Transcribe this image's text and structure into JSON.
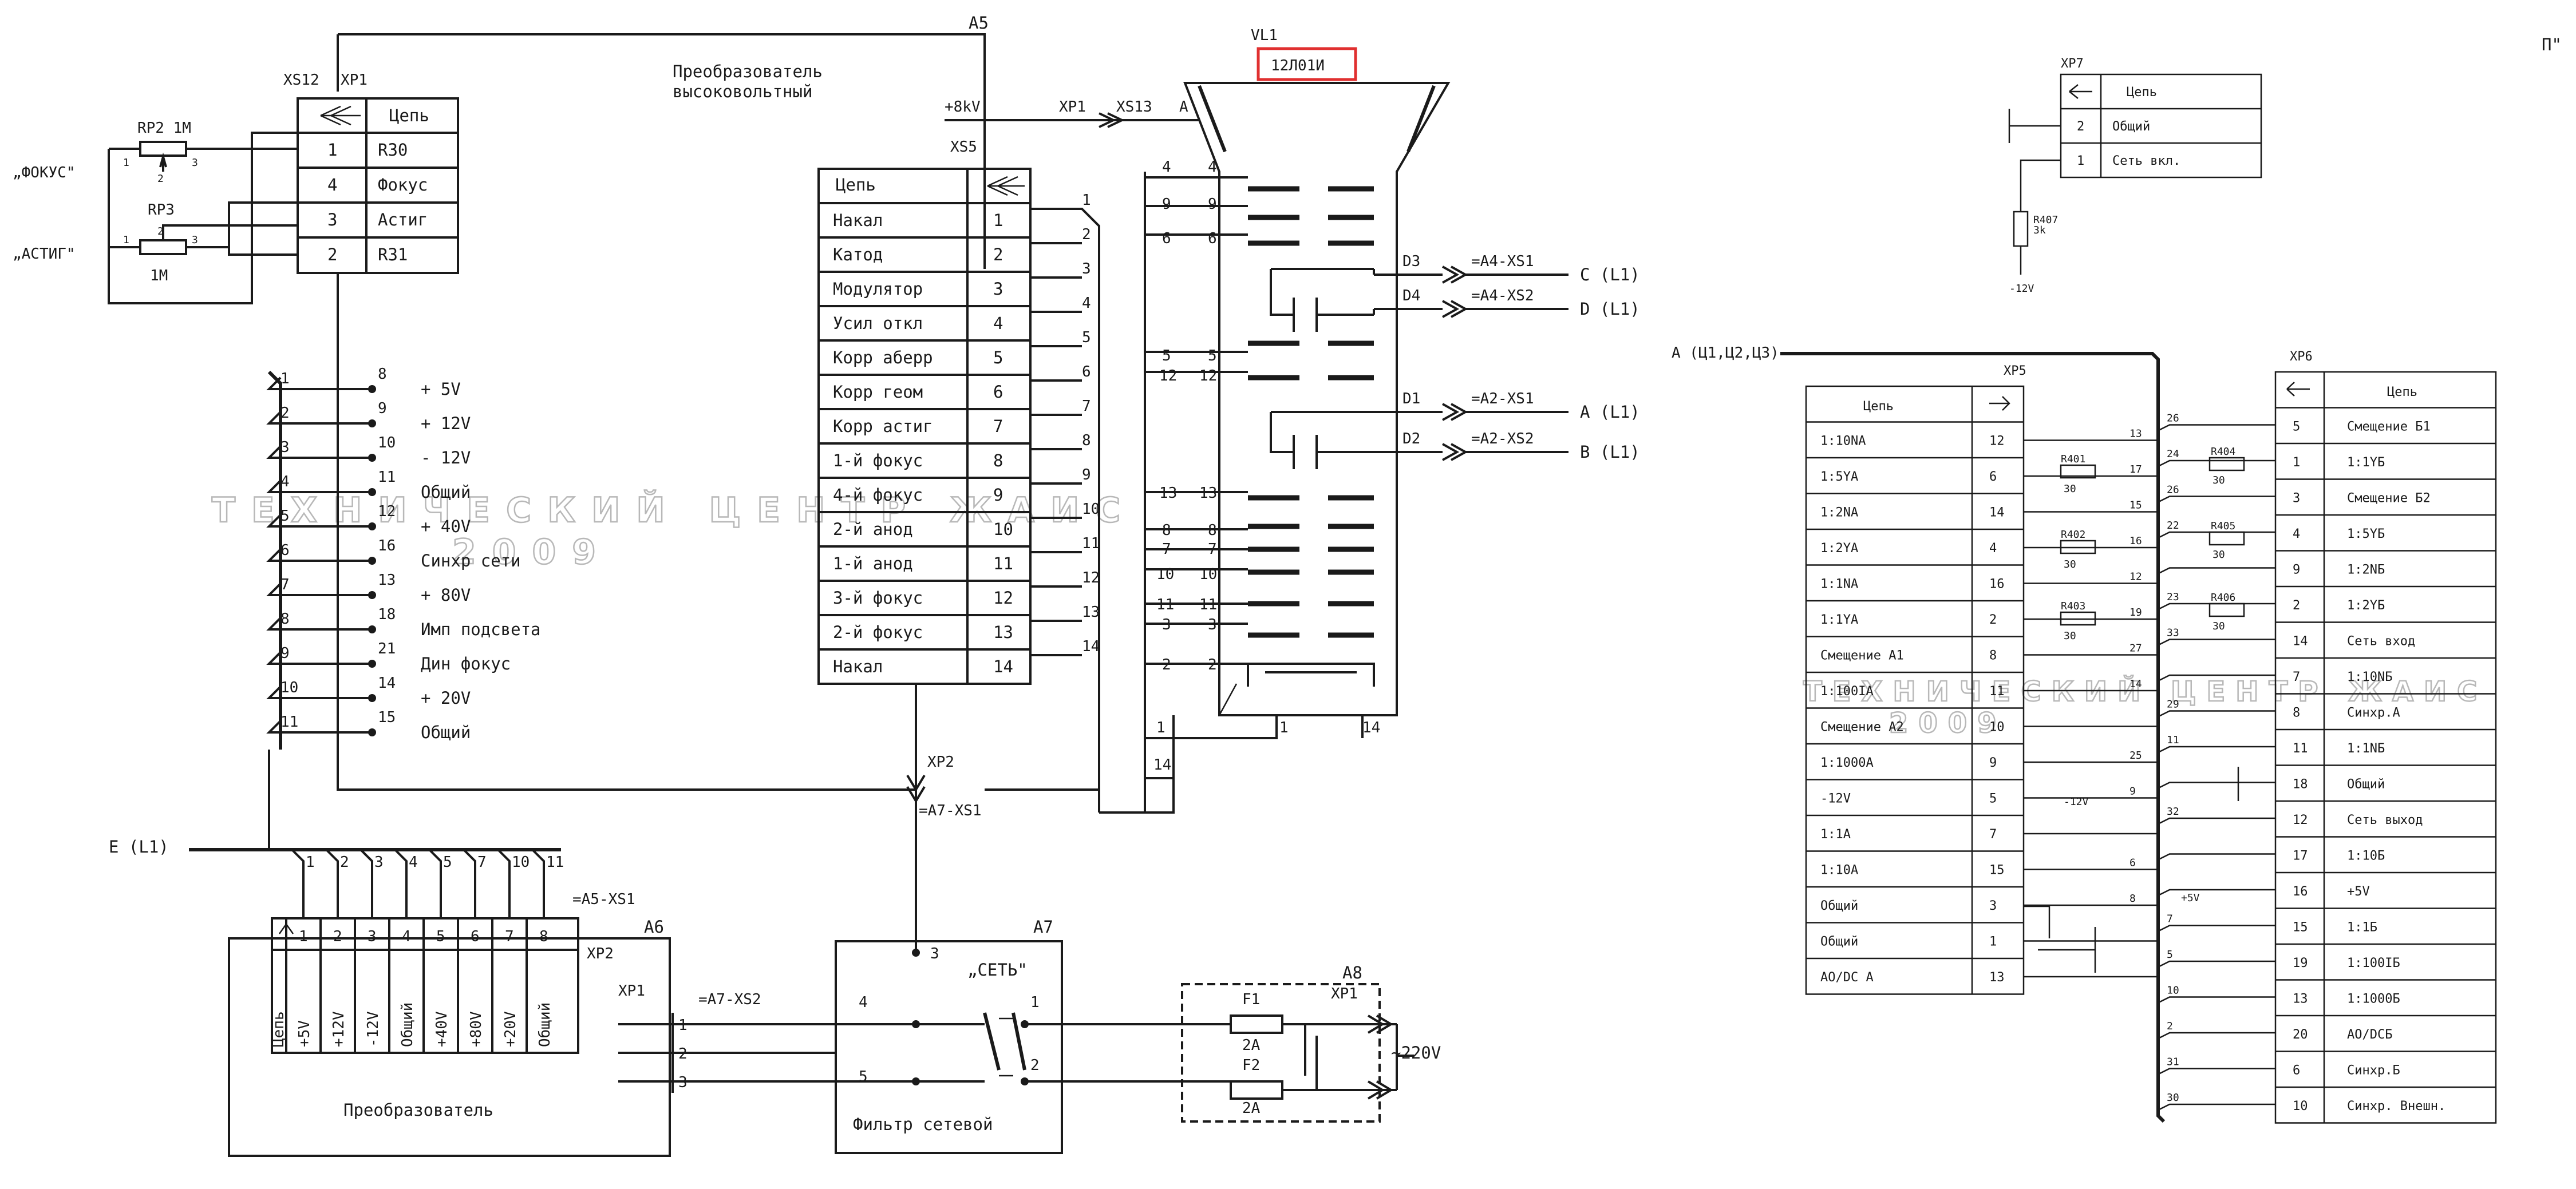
{
  "title": {
    "line1": "Преобразователь",
    "line2": "высоковольтный"
  },
  "watermark": {
    "line1": "ТЕХНИЧЕСКИЙ ЦЕНТР ЖАИС",
    "line2": "2009",
    "line1_right": "ТЕХНИЧЕСКИЙ ЦЕНТР ЖАИС"
  },
  "corner": "П\"",
  "labels": {
    "a5": "A5",
    "xs12": "XS12",
    "xp1": "XP1",
    "vl1": "VL1",
    "tube": "12Л01И",
    "plus8kv": "+8kV",
    "xp1_hv": "XP1",
    "xs13": "XS13",
    "a_anode": "A",
    "xs5": "XS5",
    "focus": "„ФОКУС\"",
    "astig": "„АСТИГ\"",
    "rp2": "RP2 1M",
    "rp3": "RP3",
    "rp3_val": "1M",
    "d3": "D3",
    "d4": "D4",
    "d1": "D1",
    "d2": "D2",
    "d3_ref": "=A4-XS1",
    "d4_ref": "=A4-XS2",
    "d1_ref": "=A2-XS1",
    "d2_ref": "=A2-XS2",
    "c_l1": "C (L1)",
    "d_l1": "D (L1)",
    "a_l1": "A (L1)",
    "b_l1": "B (L1)",
    "e_l1": "E (L1)",
    "xp2": "XP2",
    "a7_xs1": "=A7-XS1",
    "a5_xs1": "=A5-XS1",
    "a6": "A6",
    "xp2_a6": "XP2",
    "xp1_a6": "XP1",
    "a7_xs2": "=A7-XS2",
    "a6_name": "Преобразователь",
    "a7": "A7",
    "net": "„СЕТЬ\"",
    "a7_name": "Фильтр сетевой",
    "a8": "A8",
    "xp1_a8": "XP1",
    "f1": "F1",
    "f2": "F2",
    "f1_val": "2A",
    "f2_val": "2A",
    "ac220": "~220V",
    "xp7": "XP7",
    "r407": "R407",
    "r407_val": "3k",
    "minus12": "-12V",
    "xp5": "XP5",
    "xp6": "XP6",
    "a_bus": "A (Ц1,Ц2,Ц3)",
    "r401": "R401",
    "r402": "R402",
    "r403": "R403",
    "r404": "R404",
    "r405": "R405",
    "r406": "R406",
    "r_val": "30",
    "plus5v": "+5V",
    "minus12_2": "-12V"
  },
  "xs12_table": {
    "header": "Цепь",
    "rows": [
      {
        "pin": "1",
        "name": "R30"
      },
      {
        "pin": "4",
        "name": "Фокус"
      },
      {
        "pin": "3",
        "name": "Астиг"
      },
      {
        "pin": "2",
        "name": "R31"
      }
    ]
  },
  "xs5_table": {
    "header": "Цепь",
    "rows": [
      {
        "name": "Накал",
        "pin": "1"
      },
      {
        "name": "Катод",
        "pin": "2"
      },
      {
        "name": "Модулятор",
        "pin": "3"
      },
      {
        "name": "Усил откл",
        "pin": "4"
      },
      {
        "name": "Корр аберр",
        "pin": "5"
      },
      {
        "name": "Корр геом",
        "pin": "6"
      },
      {
        "name": "Корр астиг",
        "pin": "7"
      },
      {
        "name": "1-й фокус",
        "pin": "8"
      },
      {
        "name": "4-й фокус",
        "pin": "9"
      },
      {
        "name": "2-й анод",
        "pin": "10"
      },
      {
        "name": "1-й анод",
        "pin": "11"
      },
      {
        "name": "3-й фокус",
        "pin": "12"
      },
      {
        "name": "2-й фокус",
        "pin": "13"
      },
      {
        "name": "Накал",
        "pin": "14"
      }
    ]
  },
  "xs5_wire_nums": [
    "1",
    "2",
    "3",
    "4",
    "5",
    "6",
    "7",
    "8",
    "9",
    "10",
    "11",
    "12",
    "13",
    "14"
  ],
  "tube_pins": [
    {
      "l": "4",
      "r": "4"
    },
    {
      "l": "9",
      "r": "9"
    },
    {
      "l": "6",
      "r": "6"
    },
    {
      "l": "5",
      "r": "5"
    },
    {
      "l": "12",
      "r": "12"
    },
    {
      "l": "13",
      "r": "13"
    },
    {
      "l": "8",
      "r": "8"
    },
    {
      "l": "7",
      "r": "7"
    },
    {
      "l": "10",
      "r": "10"
    },
    {
      "l": "11",
      "r": "11"
    },
    {
      "l": "3",
      "r": "3"
    },
    {
      "l": "2",
      "r": "2"
    }
  ],
  "tube_bottom": {
    "p1": "1",
    "p1b": "1",
    "p14": "14",
    "p14b": "14"
  },
  "power_bus": [
    {
      "w": "1",
      "pin": "8",
      "label": "+ 5V"
    },
    {
      "w": "2",
      "pin": "9",
      "label": "+ 12V"
    },
    {
      "w": "3",
      "pin": "10",
      "label": "- 12V"
    },
    {
      "w": "4",
      "pin": "11",
      "label": "Общий"
    },
    {
      "w": "5",
      "pin": "12",
      "label": "+ 40V"
    },
    {
      "w": "6",
      "pin": "16",
      "label": "Синхр сети"
    },
    {
      "w": "7",
      "pin": "13",
      "label": "+ 80V"
    },
    {
      "w": "8",
      "pin": "18",
      "label": "Имп подсвета"
    },
    {
      "w": "9",
      "pin": "21",
      "label": "Дин фокус"
    },
    {
      "w": "10",
      "pin": "14",
      "label": "+ 20V"
    },
    {
      "w": "11",
      "pin": "15",
      "label": "Общий"
    }
  ],
  "a6_wire_nums": [
    "1",
    "2",
    "3",
    "4",
    "5",
    "7",
    "10",
    "11"
  ],
  "a6_table": {
    "header": "Цепь",
    "pins": [
      "1",
      "2",
      "3",
      "4",
      "5",
      "6",
      "7",
      "8"
    ],
    "names": [
      "+5V",
      "+12V",
      "-12V",
      "Общий",
      "+40V",
      "+80V",
      "+20V",
      "Общий"
    ]
  },
  "a6_xp1_pins": [
    "1",
    "2",
    "3"
  ],
  "a7_pins": {
    "p3": "3",
    "p4": "4",
    "p5": "5",
    "p1": "1",
    "p2": "2"
  },
  "xp7_table": {
    "header": "Цепь",
    "rows": [
      {
        "pin": "2",
        "name": "Общий"
      },
      {
        "pin": "1",
        "name": "Сеть вкл."
      }
    ]
  },
  "xp5_table": {
    "header": "Цепь",
    "rows": [
      {
        "name": "1:10NA",
        "pin": "12"
      },
      {
        "name": "1:5YA",
        "pin": "6"
      },
      {
        "name": "1:2NA",
        "pin": "14"
      },
      {
        "name": "1:2YA",
        "pin": "4"
      },
      {
        "name": "1:1NA",
        "pin": "16"
      },
      {
        "name": "1:1YA",
        "pin": "2"
      },
      {
        "name": "Смещение A1",
        "pin": "8"
      },
      {
        "name": "1:100IA",
        "pin": "11"
      },
      {
        "name": "Смещение A2",
        "pin": "10"
      },
      {
        "name": "1:1000A",
        "pin": "9"
      },
      {
        "name": "-12V",
        "pin": "5"
      },
      {
        "name": "1:1A",
        "pin": "7"
      },
      {
        "name": "1:10A",
        "pin": "15"
      },
      {
        "name": "Общий",
        "pin": "3"
      },
      {
        "name": "Общий",
        "pin": "1"
      },
      {
        "name": "AO/DC  A",
        "pin": "13"
      }
    ]
  },
  "xp6_table": {
    "header": "Цепь",
    "rows": [
      {
        "pin": "5",
        "name": "Смещение Б1"
      },
      {
        "pin": "1",
        "name": "1:1YБ"
      },
      {
        "pin": "3",
        "name": "Смещение Б2"
      },
      {
        "pin": "4",
        "name": "1:5YБ"
      },
      {
        "pin": "9",
        "name": "1:2NБ"
      },
      {
        "pin": "2",
        "name": "1:2YБ"
      },
      {
        "pin": "14",
        "name": "Сеть вход"
      },
      {
        "pin": "7",
        "name": "1:10NБ"
      },
      {
        "pin": "8",
        "name": "Синхр.A"
      },
      {
        "pin": "11",
        "name": "1:1NБ"
      },
      {
        "pin": "18",
        "name": "Общий"
      },
      {
        "pin": "12",
        "name": "Сеть выход"
      },
      {
        "pin": "17",
        "name": "1:10Б"
      },
      {
        "pin": "16",
        "name": "+5V"
      },
      {
        "pin": "15",
        "name": "1:1Б"
      },
      {
        "pin": "19",
        "name": "1:100IБ"
      },
      {
        "pin": "13",
        "name": "1:1000Б"
      },
      {
        "pin": "20",
        "name": "AO/DCБ"
      },
      {
        "pin": "6",
        "name": "Синхр.Б"
      },
      {
        "pin": "10",
        "name": "Синхр. Внешн."
      }
    ]
  },
  "xp5_wire_nums": [
    "13",
    "17",
    "15",
    "16",
    "12",
    "19",
    "27",
    "14",
    "",
    "25",
    "9",
    "",
    "6",
    "8",
    "",
    "",
    ""
  ],
  "xp6_wire_nums": [
    "26",
    "24",
    "26",
    "22",
    "",
    "23",
    "33",
    "",
    "29",
    "11",
    "",
    "32",
    "",
    "",
    "7",
    "5",
    "10",
    "2",
    "31",
    "30"
  ]
}
